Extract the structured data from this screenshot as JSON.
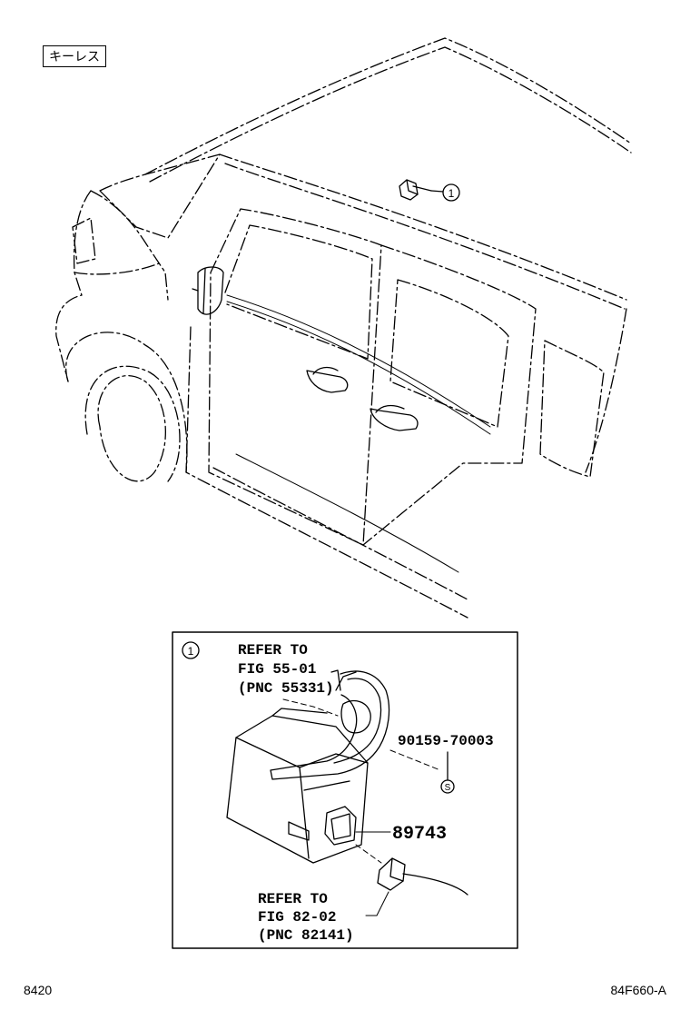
{
  "tag_label": "キーレス",
  "callout_number": "1",
  "detail": {
    "callout_number": "1",
    "refer_top": {
      "line1": "REFER TO",
      "line2": "FIG 55-01",
      "line3": "(PNC 55331)"
    },
    "part_screw": "90159-70003",
    "screw_mark": "S",
    "part_main": "89743",
    "refer_bottom": {
      "line1": "REFER TO",
      "line2": "FIG 82-02",
      "line3": "(PNC 82141)"
    }
  },
  "footer": {
    "left": "8420",
    "right": "84F660-A"
  }
}
